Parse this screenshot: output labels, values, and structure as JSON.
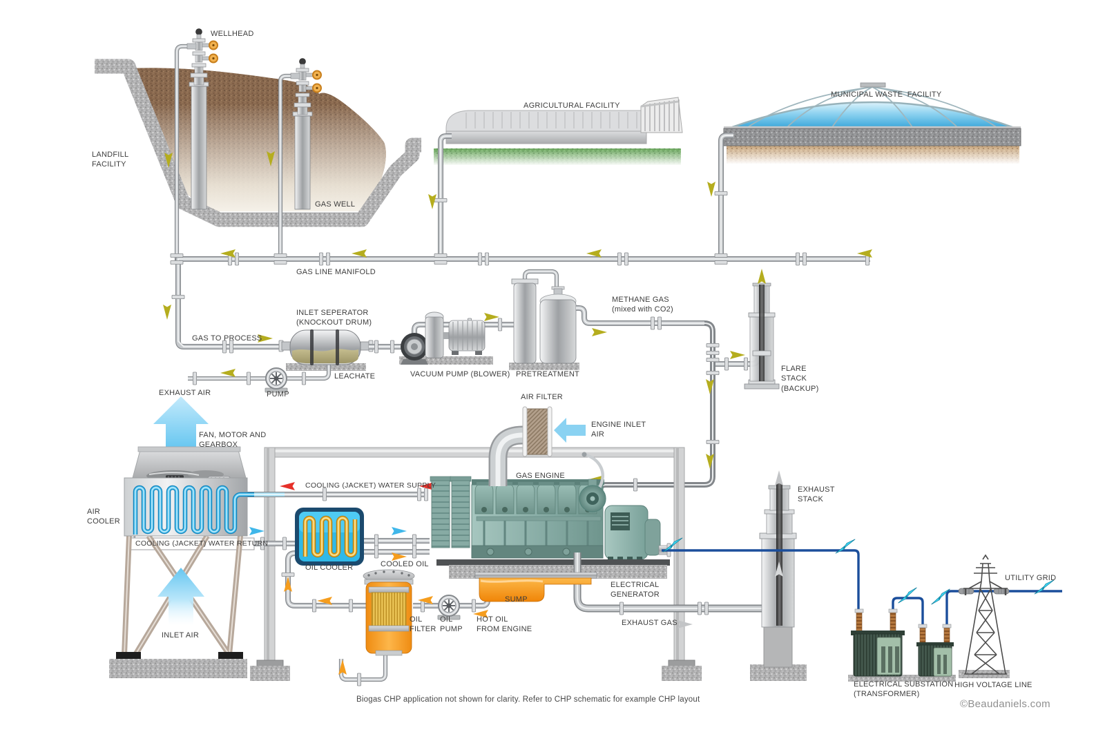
{
  "labels": {
    "wellhead": "WELLHEAD",
    "gas_well": "GAS WELL",
    "landfill_facility": "LANDFILL\nFACILITY",
    "agricultural_facility": "AGRICULTURAL FACILITY",
    "municipal_waste_facility": "MUNICIPAL WASTE  FACILITY",
    "gas_line_manifold": "GAS LINE MANIFOLD",
    "gas_to_process": "GAS TO PROCESS",
    "inlet_separator": "INLET SEPERATOR\n(KNOCKOUT DRUM)",
    "leachate": "LEACHATE",
    "pump": "PUMP",
    "vacuum_pump": "VACUUM PUMP (BLOWER)",
    "pretreatment": "PRETREATMENT",
    "methane_gas": "METHANE GAS\n(mixed with CO2)",
    "flare_stack": "FLARE\nSTACK\n(BACKUP)",
    "exhaust_air": "EXHAUST AIR",
    "fan_motor_gearbox": "FAN, MOTOR AND\nGEARBOX",
    "air_cooler": "AIR\nCOOLER",
    "cooling_water_supply": "COOLING (JACKET) WATER SUPPLY",
    "cooling_water_return": "COOLING (JACKET) WATER RETURN",
    "oil_cooler": "OIL COOLER",
    "cooled_oil": "COOLED OIL",
    "air_filter": "AIR FILTER",
    "engine_inlet_air": "ENGINE INLET\nAIR",
    "gas_engine": "GAS ENGINE",
    "electrical_generator": "ELECTRICAL\nGENERATOR",
    "sump": "SUMP",
    "oil_filter": "OIL\nFILTER",
    "oil_pump": "OIL\nPUMP",
    "hot_oil_from_engine": "HOT OIL\nFROM ENGINE",
    "exhaust_gas": "EXHAUST GAS",
    "exhaust_stack": "EXHAUST\nSTACK",
    "inlet_air": "INLET AIR",
    "electrical_substation": "ELECTRICAL SUBSTATION\n(TRANSFORMER)",
    "high_voltage_line": "HIGH VOLTAGE LINE",
    "utility_grid": "UTILITY GRID",
    "footnote": "Biogas CHP application not shown for clarity. Refer to CHP schematic for example CHP layout",
    "credit": "©Beaudaniels.com"
  },
  "colors": {
    "background": "#ffffff",
    "pipe_silver": "#c6c9cc",
    "gas_arrow_olive": "#b5ad1e",
    "water_arrow_blue": "#3fb7ea",
    "hot_water_arrow_red": "#e63029",
    "oil_arrow_orange": "#f59d1e",
    "exhaust_arrow_gray": "#c2c4c6",
    "electric_line_navy": "#1b4e9b",
    "electric_flash_cyan": "#3fd6f2",
    "engine_teal": "#8fb3ac",
    "sump_oil_orange": "#f7941d",
    "oil_cooler_cyan": "#41c8f2",
    "oil_coil_gold": "#edb83a",
    "air_coil_blue": "#4fc2ee",
    "dome_blue": "#3fa9dc",
    "grass_green": "#6aa55c",
    "soil_brown": "#c7a57c",
    "landfill_brown": "#8a6a50"
  }
}
